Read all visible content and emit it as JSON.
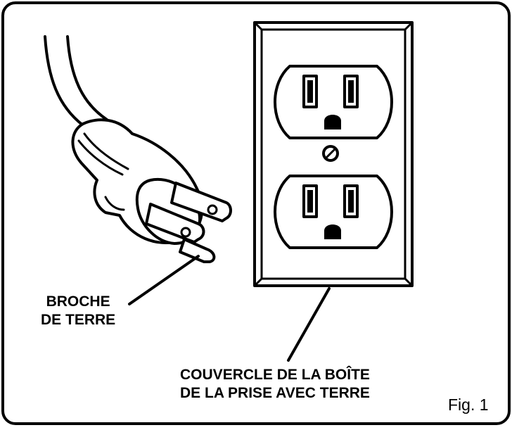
{
  "labels": {
    "ground_pin_line1": "BROCHE",
    "ground_pin_line2": "DE TERRE",
    "cover_line1": "COUVERCLE DE LA BOÎTE",
    "cover_line2": "DE LA PRISE AVEC TERRE"
  },
  "figure": {
    "caption": "Fig. 1"
  },
  "colors": {
    "ink": "#000000",
    "paper": "#ffffff"
  },
  "icons": [
    "grounded-plug-icon",
    "duplex-outlet-icon",
    "cover-plate-screw-icon"
  ]
}
